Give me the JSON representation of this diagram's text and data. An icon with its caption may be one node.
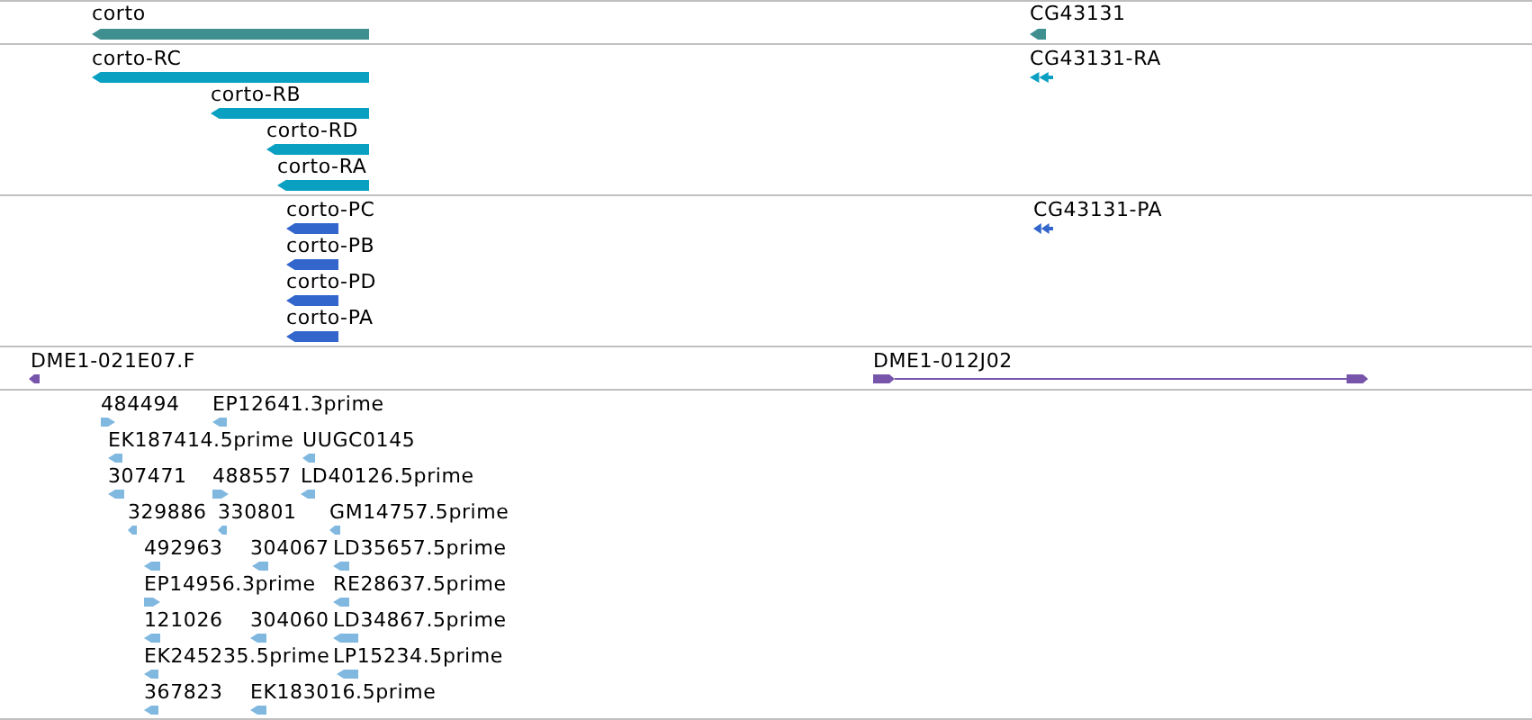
{
  "diagram": {
    "nodes": [
      {
        "text": [
          "corto"
        ]
      },
      {
        "text": [
          "CG43131"
        ]
      },
      {
        "text": [
          "corto-RC"
        ]
      },
      {
        "text": [
          "CG43131-RA"
        ]
      },
      {
        "text": [
          "corto-RB"
        ]
      },
      {
        "text": [
          "corto-RD"
        ]
      },
      {
        "text": [
          "corto-RA"
        ]
      },
      {
        "text": [
          "corto-PC"
        ]
      },
      {
        "text": [
          "CG43131-PA"
        ]
      },
      {
        "text": [
          "corto-PB"
        ]
      },
      {
        "text": [
          "corto-PD"
        ]
      },
      {
        "text": [
          "corto-PA"
        ]
      },
      {
        "text": [
          "DME1-021E07.F"
        ]
      },
      {
        "text": [
          "DME1-012J02"
        ]
      },
      {
        "text": [
          "484494"
        ]
      },
      {
        "text": [
          "EP12641.3prime"
        ]
      },
      {
        "text": [
          "EK187414.5prime"
        ]
      },
      {
        "text": [
          "UUGC0145"
        ]
      },
      {
        "text": [
          "307471"
        ]
      },
      {
        "text": [
          "488557"
        ]
      },
      {
        "text": [
          "LD40126.5prime"
        ]
      },
      {
        "text": [
          "329886"
        ]
      },
      {
        "text": [
          "330801"
        ]
      },
      {
        "text": [
          "GM14757.5prime"
        ]
      },
      {
        "text": [
          "492963"
        ]
      },
      {
        "text": [
          "304067"
        ]
      },
      {
        "text": [
          "LD35657.5prime"
        ]
      },
      {
        "text": [
          "EP14956.3prime"
        ]
      },
      {
        "text": [
          "RE28637.5prime"
        ]
      },
      {
        "text": [
          "121026"
        ]
      },
      {
        "text": [
          "304060"
        ]
      },
      {
        "text": [
          "LD34867.5prime"
        ]
      },
      {
        "text": [
          "EK245235.5prime"
        ]
      },
      {
        "text": [
          "LP15234.5prime"
        ]
      },
      {
        "text": [
          "367823"
        ]
      },
      {
        "text": [
          "EK183016.5prime"
        ]
      }
    ]
  }
}
